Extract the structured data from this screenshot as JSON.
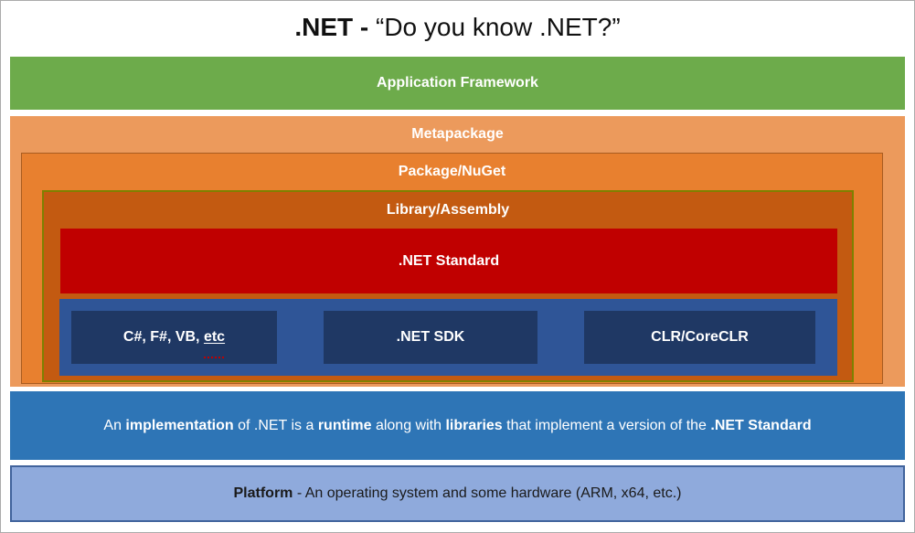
{
  "title": {
    "parts": [
      {
        "text": ".NET - ",
        "bold": true
      },
      {
        "text": "“Do you know .NET?”"
      }
    ]
  },
  "layers": {
    "application_framework": {
      "label": "Application Framework",
      "bg": "#6dab4b"
    },
    "metapackage": {
      "label": "Metapackage",
      "bg": "#ec9a5c"
    },
    "package_nuget": {
      "label": "Package/NuGet",
      "bg": "#e8802f",
      "border": "#a85c20"
    },
    "library_assembly": {
      "label": "Library/Assembly",
      "bg": "#c35a11",
      "border": "#808000"
    },
    "dotnet_standard": {
      "label": ".NET Standard",
      "bg": "#c00000"
    },
    "runtime_components": {
      "bg": "#2f5597",
      "item_bg": "#1f3864",
      "items": [
        {
          "parts": [
            {
              "text": "C#, F#, VB, "
            },
            {
              "text": "etc",
              "misspelled": true
            }
          ]
        },
        {
          "parts": [
            {
              "text": ".NET SDK"
            }
          ]
        },
        {
          "parts": [
            {
              "text": "CLR/CoreCLR"
            }
          ]
        }
      ]
    }
  },
  "implementation_note": {
    "bg": "#2e75b6",
    "parts": [
      {
        "text": "An "
      },
      {
        "text": "implementation",
        "bold": true
      },
      {
        "text": " of .NET is a "
      },
      {
        "text": "runtime",
        "bold": true
      },
      {
        "text": " along with "
      },
      {
        "text": "libraries",
        "bold": true
      },
      {
        "text": " that implement a version of the "
      },
      {
        "text": ".NET Standard",
        "bold": true
      }
    ]
  },
  "platform_note": {
    "bg": "#8faadc",
    "border": "#41639c",
    "parts": [
      {
        "text": "Platform",
        "bold": true
      },
      {
        "text": " - An operating system and some hardware (ARM, x64, etc.)"
      }
    ]
  }
}
